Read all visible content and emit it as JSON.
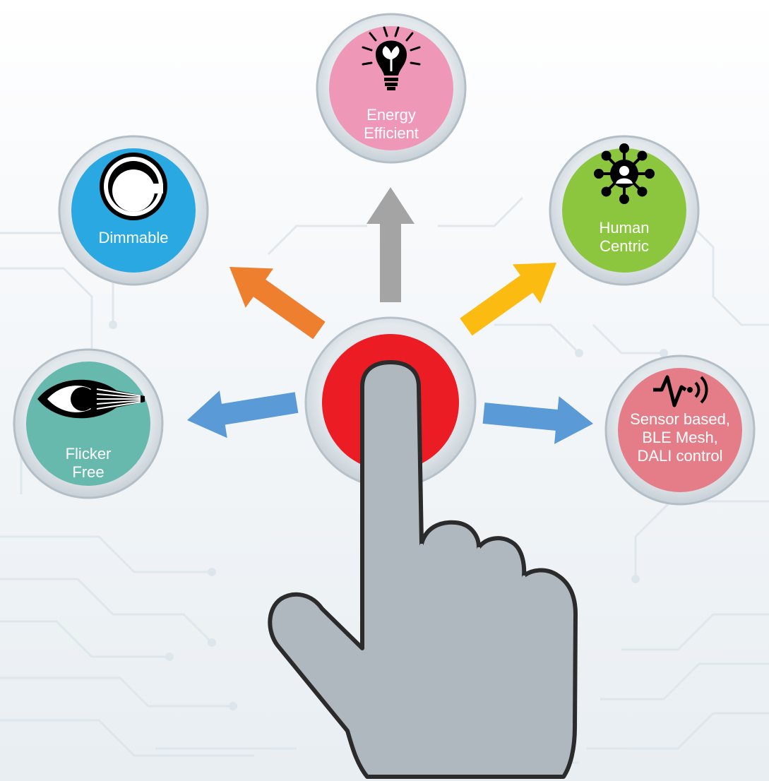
{
  "features": [
    {
      "id": "dimmable",
      "label": "Dimmable",
      "icon": "dimmer-knob-icon",
      "color": "#2aa8e2"
    },
    {
      "id": "energy-efficient",
      "label": "Energy\nEfficient",
      "icon": "eco-bulb-icon",
      "color": "#ee97b7"
    },
    {
      "id": "human-centric",
      "label": "Human\nCentric",
      "icon": "human-network-icon",
      "color": "#8cc63f"
    },
    {
      "id": "flicker-free",
      "label": "Flicker\nFree",
      "icon": "eye-icon",
      "color": "#67b8ad"
    },
    {
      "id": "sensor-based",
      "label": "Sensor based,\nBLE Mesh,\nDALI control",
      "icon": "sensor-signal-icon",
      "color": "#e47d88"
    }
  ],
  "arrows": [
    {
      "to": "dimmable",
      "color": "#ee7f2f"
    },
    {
      "to": "energy-efficient",
      "color": "#a4a4a4"
    },
    {
      "to": "human-centric",
      "color": "#fbbb10"
    },
    {
      "to": "flicker-free",
      "color": "#5a9ad6"
    },
    {
      "to": "sensor-based",
      "color": "#5a9ad6"
    }
  ],
  "center_button": {
    "color": "#ec1c24",
    "icon": "pointing-hand-icon"
  },
  "colors": {
    "ring": "#d3dbe1",
    "ring_border": "#b4bec6",
    "hand_fill": "#b0b8bf",
    "hand_outline": "#2b2b2b",
    "background_circuit": "#dce6ed"
  }
}
